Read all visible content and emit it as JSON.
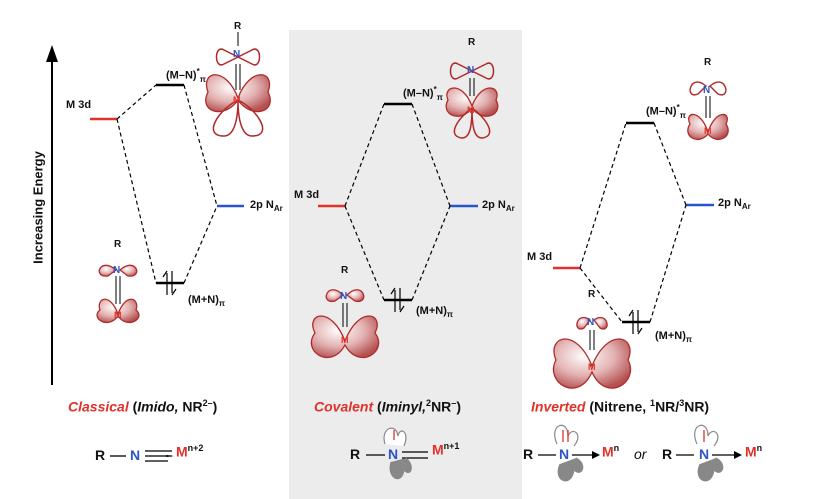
{
  "axis": {
    "label": "Increasing Energy"
  },
  "panels": [
    {
      "id": "classical",
      "m3d": "M 3d",
      "np": "2p N",
      "np_sub": "Ar",
      "antibond": "(M–N)",
      "antibond_sub": "π",
      "antibond_sup": "*",
      "bond": "(M+N)",
      "bond_sub": "π",
      "caption_red": "Classical",
      "caption_paren_open": " (",
      "caption_italic": "Imido,",
      "caption_rest": " NR",
      "caption_sup": "2–",
      "caption_close": ")"
    },
    {
      "id": "covalent",
      "m3d": "M 3d",
      "np": "2p N",
      "np_sub": "Ar",
      "antibond": "(M–N)",
      "antibond_sub": "π",
      "antibond_sup": "*",
      "bond": "(M+N)",
      "bond_sub": "π",
      "caption_red": "Covalent",
      "caption_paren_open": " (",
      "caption_italic": "Iminyl,",
      "caption_rest_sup": "2",
      "caption_rest": "NR",
      "caption_sup": "–",
      "caption_close": ")"
    },
    {
      "id": "inverted",
      "m3d": "M 3d",
      "np": "2p N",
      "np_sub": "Ar",
      "antibond": "(M–N)",
      "antibond_sub": "π",
      "antibond_sup": "*",
      "bond": "(M+N)",
      "bond_sub": "π",
      "caption_red": "Inverted",
      "caption_rest": " (Nitrene, ",
      "caption_sup1": "1",
      "caption_mid": "NR/",
      "caption_sup2": "3",
      "caption_end": "NR)"
    }
  ],
  "atoms": {
    "R": "R",
    "N": "N",
    "M": "M"
  },
  "schemes": {
    "classical_sup": "n+2",
    "covalent_sup": "n+1",
    "inverted_sup": "n",
    "or": "or"
  },
  "colors": {
    "metal": "#e0312b",
    "nitrogen": "#2a54c9",
    "lobe": "#b02a2a",
    "lobe_fill": "#d89a9a",
    "shade": "#ececec"
  }
}
